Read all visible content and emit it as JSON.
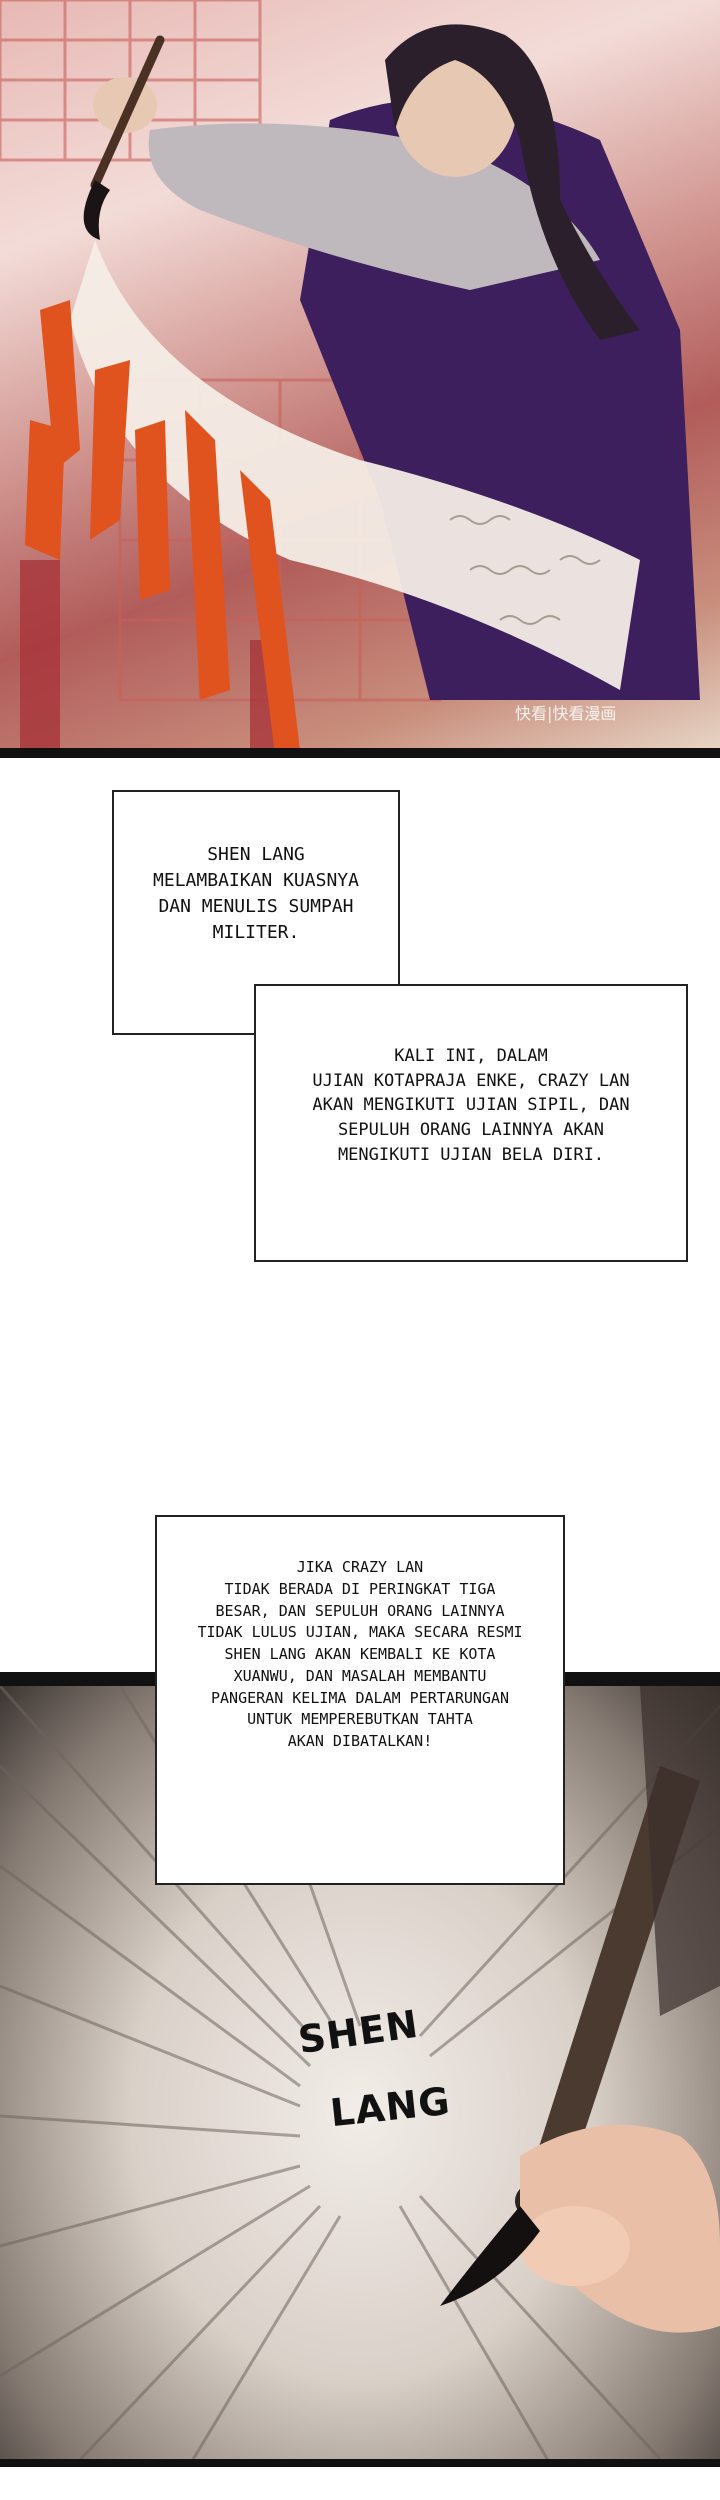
{
  "watermark": "快看|快看漫画",
  "caption1": {
    "lines": [
      "SHEN LANG",
      "MELAMBAIKAN KUASNYA",
      "DAN MENULIS SUMPAH",
      "MILITER."
    ]
  },
  "caption2": {
    "lines": [
      "KALI INI, DALAM",
      "UJIAN KOTAPRAJA ENKE, CRAZY LAN",
      "AKAN MENGIKUTI UJIAN SIPIL, DAN",
      "SEPULUH ORANG LAINNYA AKAN",
      "MENGIKUTI UJIAN BELA DIRI."
    ]
  },
  "caption3": {
    "lines": [
      "JIKA CRAZY LAN",
      "TIDAK BERADA DI PERINGKAT TIGA",
      "BESAR, DAN SEPULUH ORANG LAINNYA",
      "TIDAK LULUS UJIAN, MAKA SECARA RESMI",
      "SHEN LANG AKAN KEMBALI KE KOTA",
      "XUANWU, DAN MASALAH MEMBANTU",
      "PANGERAN KELIMA DALAM PERTARUNGAN",
      "UNTUK MEMPEREBUTKAN TAHTA",
      "AKAN DIBATALKAN!"
    ]
  },
  "sfx": {
    "word1": "SHEN",
    "word2": "LANG"
  },
  "colors": {
    "brush_stroke": "#e0521e",
    "robe": "#3c1f5c",
    "ink": "#111111"
  }
}
